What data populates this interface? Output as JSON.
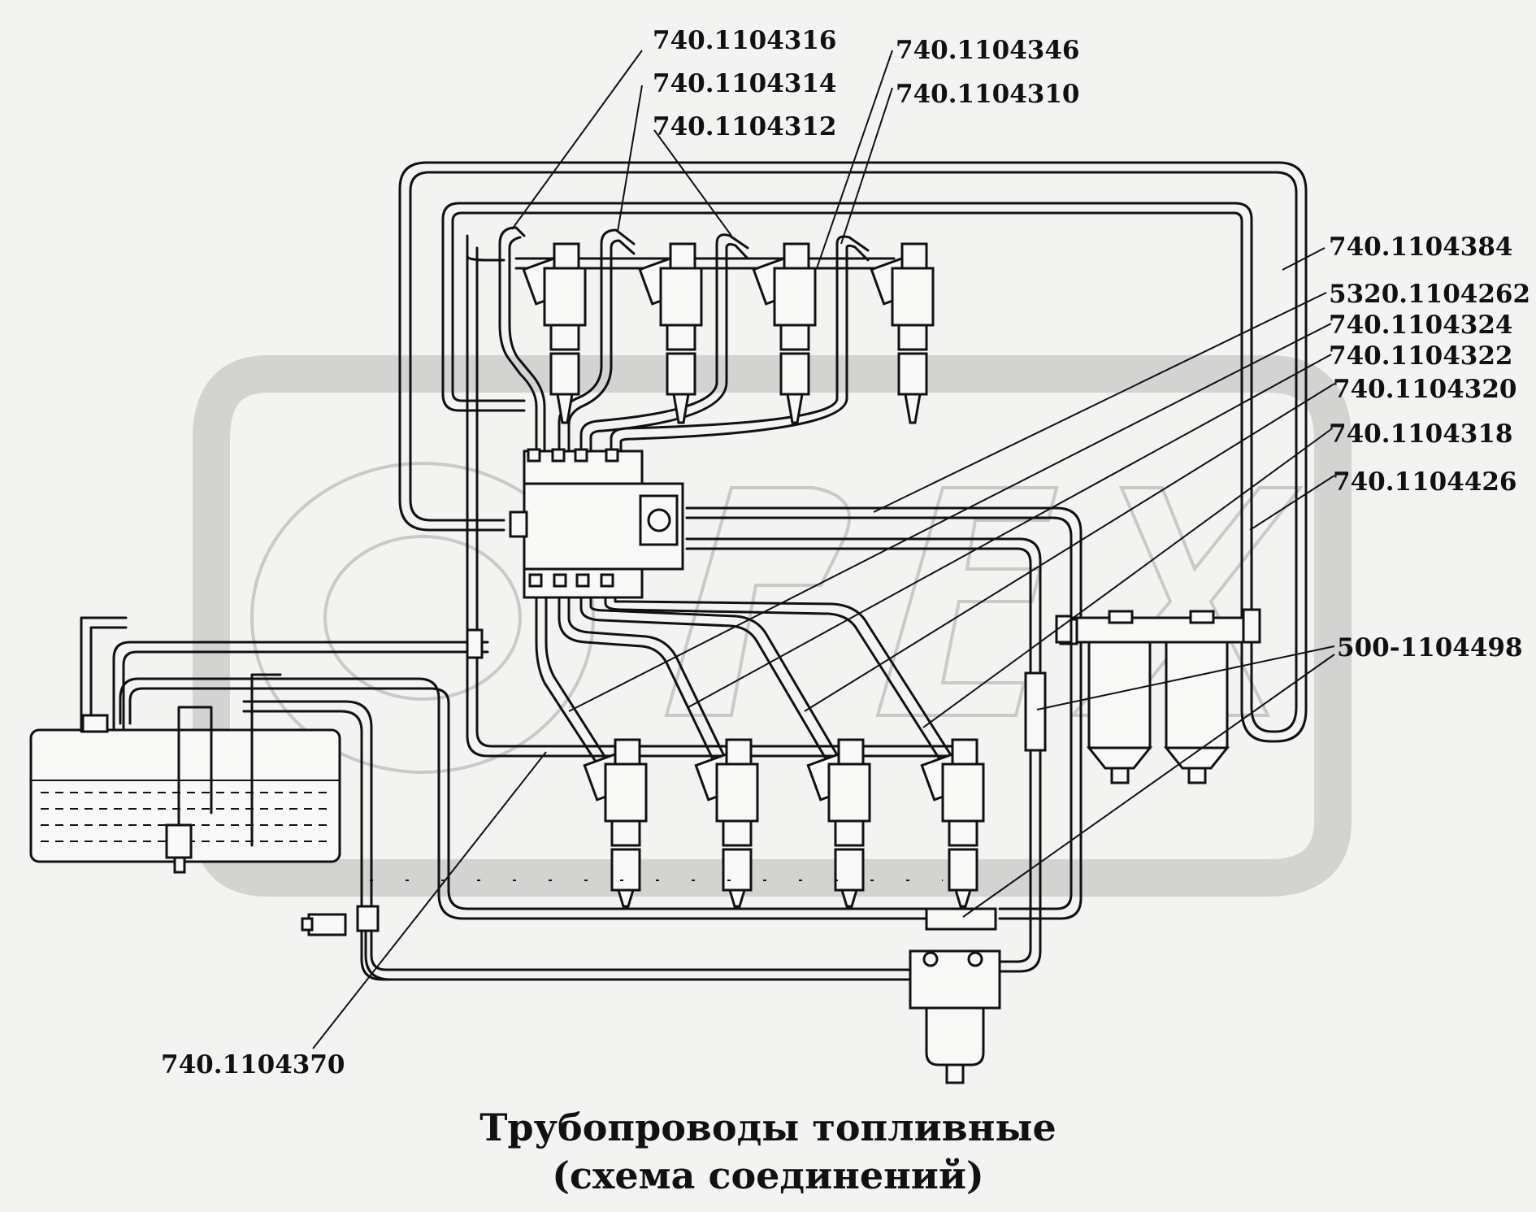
{
  "title": "Трубопроводы топливные",
  "subtitle": "(схема соединений)",
  "watermark": "ОРЕХ",
  "labels": {
    "p1104316": "740.1104316",
    "p1104314": "740.1104314",
    "p1104312": "740.1104312",
    "p1104346": "740.1104346",
    "p1104310": "740.1104310",
    "p1104384": "740.1104384",
    "p1104262": "5320.1104262",
    "p1104324": "740.1104324",
    "p1104322": "740.1104322",
    "p1104320": "740.1104320",
    "p1104318": "740.1104318",
    "p1104426": "740.1104426",
    "p1104498": "500-1104498",
    "p1104370": "740.1104370"
  },
  "colors": {
    "line": "#111111",
    "background": "#f3f3f1",
    "watermark": "#d3d3d1"
  }
}
